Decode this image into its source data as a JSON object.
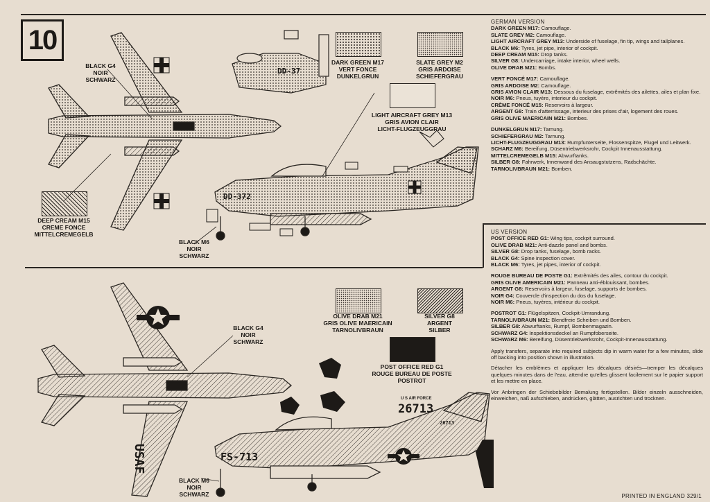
{
  "step_number": "10",
  "german_swatches": [
    {
      "lines": [
        "DARK GREEN M17",
        "VERT FONCE",
        "DUNKELGRUN"
      ]
    },
    {
      "lines": [
        "SLATE GREY M2",
        "GRIS ARDOISE",
        "SCHIEFERGRAU"
      ]
    },
    {
      "lines": [
        "LIGHT AIRCRAFT GREY M13",
        "GRIS AVION CLAIR",
        "LICHT-FLUGZEUGGRAU"
      ]
    }
  ],
  "us_swatches": [
    {
      "lines": [
        "OLIVE DRAB M21",
        "GRIS OLIVE MAERICAIN",
        "TARNOLIVBRAUN"
      ]
    },
    {
      "lines": [
        "SILVER G8",
        "ARGENT",
        "SILBER"
      ]
    },
    {
      "lines": [
        "POST OFFICE RED G1",
        "ROUGE BUREAU DE POSTE",
        "POSTROT"
      ]
    }
  ],
  "callouts": {
    "de_black_g4": [
      "BLACK G4",
      "NOIR",
      "SCHWARZ"
    ],
    "de_deep_cream": [
      "DEEP CREAM M15",
      "CREME FONCE",
      "MITTELCREMEGELB"
    ],
    "de_black_m6": [
      "BLACK M6",
      "NOIR",
      "SCHWARZ"
    ],
    "us_black_g4": [
      "BLACK G4",
      "NOIR",
      "SCHWARZ"
    ],
    "us_black_m6": [
      "BLACK M6",
      "NOIR",
      "SCHWARZ"
    ]
  },
  "markings": {
    "de_code_small": "DD-37",
    "de_code_side": "DD-372",
    "us_wing": "USAF",
    "us_code_side": "FS-713",
    "us_tail_title": "U S AIR FORCE",
    "us_tail_number": "26713",
    "us_tail_small": "26713"
  },
  "german_version": {
    "heading": "GERMAN VERSION",
    "english": [
      {
        "k": "DARK GREEN M17:",
        "v": " Camouflage."
      },
      {
        "k": "SLATE GREY M2:",
        "v": " Camouflage."
      },
      {
        "k": "LIGHT AIRCRAFT GREY M13:",
        "v": " Underside of fuselage, fin tip, wings and tailplanes."
      },
      {
        "k": "BLACK M6:",
        "v": " Tyres, jet pipe, interior of cockpit."
      },
      {
        "k": "DEEP CREAM M15:",
        "v": " Drop tanks."
      },
      {
        "k": "SILVER G8:",
        "v": " Undercarriage, intake interior, wheel wells."
      },
      {
        "k": "OLIVE DRAB M21:",
        "v": " Bombs."
      }
    ],
    "french": [
      {
        "k": "VERT FONCÉ M17:",
        "v": " Camouflage."
      },
      {
        "k": "GRIS ARDOISE M2:",
        "v": " Camouflage."
      },
      {
        "k": "GRIS AVION CLAIR M13:",
        "v": " Dessous du fuselage, extrêmités des ailettes, ailes et plan fixe."
      },
      {
        "k": "NOIR M6:",
        "v": " Pneus, tuyère, interieur du cockpit."
      },
      {
        "k": "CRÈME FONCÉ M15:",
        "v": " Reservoirs à largeur."
      },
      {
        "k": "ARGENT G8:",
        "v": " Train d'atterrissage, interieur des prises d'air, logement des roues."
      },
      {
        "k": "GRIS OLIVE MAERICAIN M21:",
        "v": " Bombes."
      }
    ],
    "german": [
      {
        "k": "DUNKELGRUN M17:",
        "v": " Tarnung."
      },
      {
        "k": "SCHIEFERGRAU M2:",
        "v": " Tarnung."
      },
      {
        "k": "LICHT-FLUGZEUGGRAU M13:",
        "v": " Rumpfunterseite, Flossenspitze, Flugel und Leitwerk."
      },
      {
        "k": "SCHARZ M6:",
        "v": " Bereifung, Düsentriebwerksrohr, Cockpit Innenausstattung."
      },
      {
        "k": "MITTELCREMEGELB M15:",
        "v": " Abwurftanks."
      },
      {
        "k": "SILBER G8:",
        "v": " Fahrwerk, Innenwand des Ansaugstutzens, Radschächte."
      },
      {
        "k": "TARNOLIVBRAUN M21:",
        "v": " Bomben."
      }
    ]
  },
  "us_version": {
    "heading": "US VERSION",
    "english": [
      {
        "k": "POST OFFICE RED G1:",
        "v": " Wing tips, cockpit surround."
      },
      {
        "k": "OLIVE DRAB M21:",
        "v": " Anti-dazzle panel and bombs."
      },
      {
        "k": "SILVER G8:",
        "v": " Drop tanks, fuselage, bomb racks."
      },
      {
        "k": "BLACK G4:",
        "v": " Spine inspection cover."
      },
      {
        "k": "BLACK M6:",
        "v": " Tyres, jet pipes, interior of cockpit."
      }
    ],
    "french": [
      {
        "k": "ROUGE BUREAU DE POSTE G1:",
        "v": " Extrêmités des ailes, contour du cockpit."
      },
      {
        "k": "GRIS OLIVE AMERICAIN M21:",
        "v": " Panneau anti-éblouissant, bombes."
      },
      {
        "k": "ARGENT G8:",
        "v": " Reservoirs à largeur, fuselage, supports de bombes."
      },
      {
        "k": "NOIR G4:",
        "v": " Couvercle d'inspection du dos du fuselage."
      },
      {
        "k": "NOIR M6:",
        "v": " Pneus, tuyères, intérieur du cockpit."
      }
    ],
    "german": [
      {
        "k": "POSTROT G1:",
        "v": " Flügelspitzen, Cockpit-Umrandung."
      },
      {
        "k": "TARNOLIVBRAUN M21:",
        "v": " Blendfreie Scheiben und Bomben."
      },
      {
        "k": "SILBER G8:",
        "v": " Abwurftanks, Rumpf, Bombenmagazin."
      },
      {
        "k": "SCHWARZ G4:",
        "v": " Inspektionsdeckel an Rumpfoberseite."
      },
      {
        "k": "SCHWARZ M6:",
        "v": " Bereifung, Düsentriebwerksrohr, Cockpit-Innenausstattung."
      }
    ]
  },
  "transfer_instructions": [
    "Apply transfers, separate into required subjects dip in warm water for a few minutes, slide off backing into position shown in illustration.",
    "Détacher les emblèmes et appliquer les décalques désirés—tremper les décalques quelques minutes dans de l'eau, attendre qu'elles glissent facilement sur le papier support et les mettre en place.",
    "Vor Anbringen der Schiebebilder Bemalung fertigstellen. Bilder einzeln ausschneiden, einweichen, naß aufschieben, andrücken, glätten, ausrichten und trocknen."
  ],
  "footer": "PRINTED IN ENGLAND 329/1"
}
